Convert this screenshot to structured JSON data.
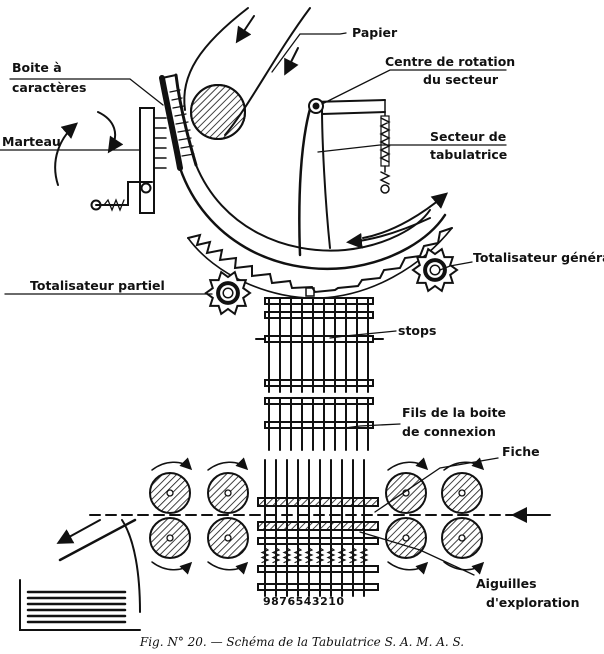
{
  "labels": {
    "papier": "Papier",
    "boite_caracteres_1": "Boite à",
    "boite_caracteres_2": "caractères",
    "marteau": "Marteau",
    "centre_rotation_1": "Centre de rotation",
    "centre_rotation_2": "du secteur",
    "secteur_1": "Secteur de",
    "secteur_2": "tabulatrice",
    "totalisateur_general": "Totalisateur général.",
    "totalisateur_partiel": "Totalisateur partiel",
    "stops": "stops",
    "fils_1": "Fils de la boite",
    "fils_2": "de connexion",
    "fiche": "Fiche",
    "aiguilles_1": "Aiguilles",
    "aiguilles_2": "d'exploration",
    "digits": "9876543210"
  },
  "caption": "Fig. N° 20. — Schéma de la Tabulatrice S. A. M. A. S."
}
